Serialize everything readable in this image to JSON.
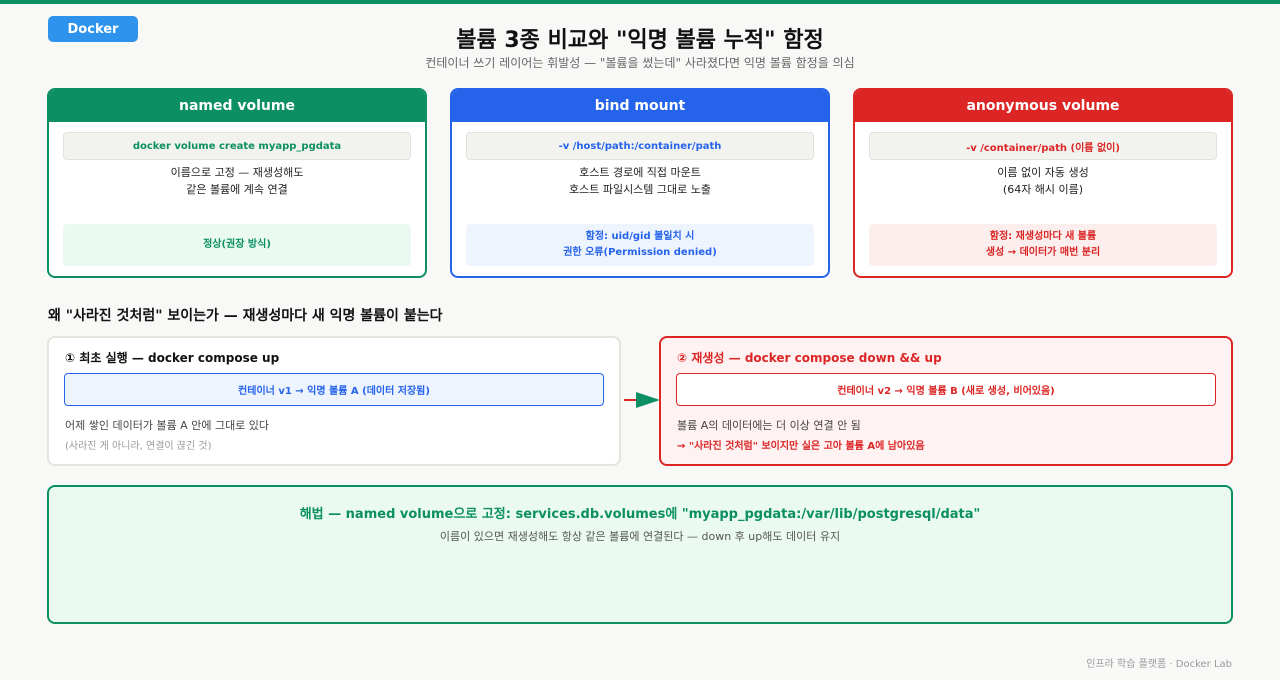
{
  "badge": "Docker",
  "header": {
    "title": "볼륨 3종 비교와 \"익명 볼륨 누적\" 함정",
    "subtitle": "컨테이너 쓰기 레이어는 휘발성 — \"볼륨을 썼는데\" 사라졌다면 익명 볼륨 함정을 의심"
  },
  "cards": [
    {
      "title": "named volume",
      "command": "docker volume create myapp_pgdata",
      "desc_lines": [
        "이름으로 고정 — 재생성해도",
        "같은 볼륨에 계속 연결"
      ],
      "note_lines": [
        "정상(권장 방식)"
      ]
    },
    {
      "title": "bind mount",
      "command": "-v /host/path:/container/path",
      "desc_lines": [
        "호스트 경로에 직접 마운트",
        "호스트 파일시스템 그대로 노출"
      ],
      "note_lines": [
        "함정: uid/gid 불일치 시",
        "권한 오류(Permission denied)"
      ]
    },
    {
      "title": "anonymous volume",
      "command": "-v /container/path (이름 없이)",
      "desc_lines": [
        "이름 없이 자동 생성",
        "(64자 해시 이름)"
      ],
      "note_lines": [
        "함정: 재생성마다 새 볼륨",
        "생성 → 데이터가 매번 분리"
      ]
    }
  ],
  "section_title": "왜 \"사라진 것처럼\" 보이는가 — 재생성마다 새 익명 볼륨이 붙는다",
  "steps": [
    {
      "title": "① 최초 실행 — docker compose up",
      "box": "컨테이너 v1 → 익명 볼륨 A (데이터 저장됨)",
      "line1": "어제 쌓인 데이터가 볼륨 A 안에 그대로 있다",
      "line2": "(사라진 게 아니라, 연결이 끊긴 것)"
    },
    {
      "title": "② 재생성 — docker compose down && up",
      "box": "컨테이너 v2 → 익명 볼륨 B (새로 생성, 비어있음)",
      "line1": "볼륨 A의 데이터에는 더 이상 연결 안 됨",
      "line2": "→ \"사라진 것처럼\" 보이지만 실은 고아 볼륨 A에 남아있음"
    }
  ],
  "solution": {
    "title": "해법 — named volume으로 고정: services.db.volumes에 \"myapp_pgdata:/var/lib/postgresql/data\"",
    "subtitle": "이름이 있으면 재생성해도 항상 같은 볼륨에 연결된다 — down 후 up해도 데이터 유지"
  },
  "footer": "인프라 학습 플랫폼 · Docker Lab",
  "colors": {
    "green": "#0b8f63",
    "blue": "#2563eb",
    "red": "#dc2626",
    "badge": "#2d93ec"
  }
}
